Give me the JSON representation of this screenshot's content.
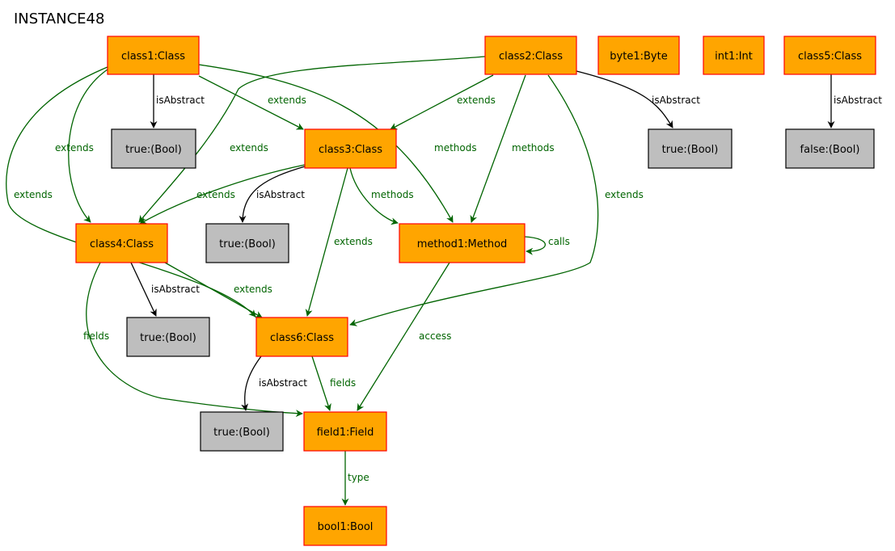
{
  "title": "INSTANCE48",
  "colors": {
    "object_fill": "#ffa500",
    "object_stroke": "#ff0000",
    "value_fill": "#bebebe",
    "value_stroke": "#000000",
    "reference_edge": "#006400",
    "attribute_edge": "#000000"
  },
  "nodes": [
    {
      "id": "class1",
      "label": "class1:Class",
      "kind": "object"
    },
    {
      "id": "class2",
      "label": "class2:Class",
      "kind": "object"
    },
    {
      "id": "byte1",
      "label": "byte1:Byte",
      "kind": "object"
    },
    {
      "id": "int1",
      "label": "int1:Int",
      "kind": "object"
    },
    {
      "id": "class5",
      "label": "class5:Class",
      "kind": "object"
    },
    {
      "id": "c1abs",
      "label": "true:(Bool)",
      "kind": "value"
    },
    {
      "id": "class3",
      "label": "class3:Class",
      "kind": "object"
    },
    {
      "id": "c2abs",
      "label": "true:(Bool)",
      "kind": "value"
    },
    {
      "id": "c5abs",
      "label": "false:(Bool)",
      "kind": "value"
    },
    {
      "id": "class4",
      "label": "class4:Class",
      "kind": "object"
    },
    {
      "id": "c3abs",
      "label": "true:(Bool)",
      "kind": "value"
    },
    {
      "id": "method1",
      "label": "method1:Method",
      "kind": "object"
    },
    {
      "id": "c4abs",
      "label": "true:(Bool)",
      "kind": "value"
    },
    {
      "id": "class6",
      "label": "class6:Class",
      "kind": "object"
    },
    {
      "id": "c6abs",
      "label": "true:(Bool)",
      "kind": "value"
    },
    {
      "id": "field1",
      "label": "field1:Field",
      "kind": "object"
    },
    {
      "id": "bool1",
      "label": "bool1:Bool",
      "kind": "object"
    }
  ],
  "edges": [
    {
      "from": "class1",
      "to": "c1abs",
      "label": "isAbstract",
      "kind": "attribute"
    },
    {
      "from": "class1",
      "to": "class3",
      "label": "extends",
      "kind": "reference"
    },
    {
      "from": "class1",
      "to": "class4",
      "label": "extends",
      "kind": "reference"
    },
    {
      "from": "class1",
      "to": "class6",
      "label": "extends",
      "kind": "reference"
    },
    {
      "from": "class1",
      "to": "method1",
      "label": "methods",
      "kind": "reference"
    },
    {
      "from": "class2",
      "to": "class3",
      "label": "extends",
      "kind": "reference"
    },
    {
      "from": "class2",
      "to": "class4",
      "label": "extends",
      "kind": "reference"
    },
    {
      "from": "class2",
      "to": "method1",
      "label": "methods",
      "kind": "reference"
    },
    {
      "from": "class2",
      "to": "class6",
      "label": "extends",
      "kind": "reference"
    },
    {
      "from": "class2",
      "to": "c2abs",
      "label": "isAbstract",
      "kind": "attribute"
    },
    {
      "from": "class5",
      "to": "c5abs",
      "label": "isAbstract",
      "kind": "attribute"
    },
    {
      "from": "class3",
      "to": "class4",
      "label": "extends",
      "kind": "reference"
    },
    {
      "from": "class3",
      "to": "c3abs",
      "label": "isAbstract",
      "kind": "attribute"
    },
    {
      "from": "class3",
      "to": "method1",
      "label": "methods",
      "kind": "reference"
    },
    {
      "from": "class3",
      "to": "class6",
      "label": "extends",
      "kind": "reference"
    },
    {
      "from": "method1",
      "to": "method1",
      "label": "calls",
      "kind": "reference"
    },
    {
      "from": "class4",
      "to": "c4abs",
      "label": "isAbstract",
      "kind": "attribute"
    },
    {
      "from": "class4",
      "to": "class6",
      "label": "extends",
      "kind": "reference"
    },
    {
      "from": "class4",
      "to": "field1",
      "label": "fields",
      "kind": "reference"
    },
    {
      "from": "method1",
      "to": "field1",
      "label": "access",
      "kind": "reference"
    },
    {
      "from": "class6",
      "to": "c6abs",
      "label": "isAbstract",
      "kind": "attribute"
    },
    {
      "from": "class6",
      "to": "field1",
      "label": "fields",
      "kind": "reference"
    },
    {
      "from": "field1",
      "to": "bool1",
      "label": "type",
      "kind": "reference"
    }
  ]
}
